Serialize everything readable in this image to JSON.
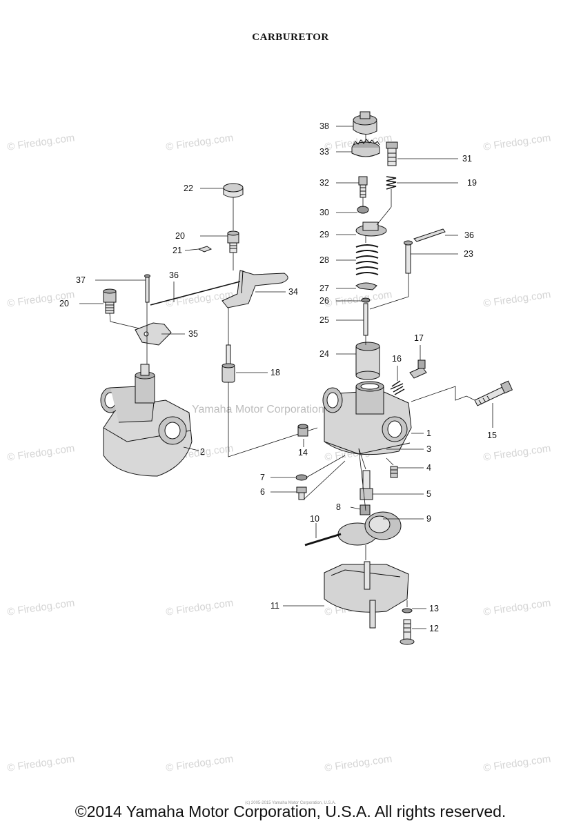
{
  "title": "CARBURETOR",
  "watermark_text": "© Firedog.com",
  "center_watermark": "Yamaha Motor Corporation",
  "footer_copyright": "©2014 Yamaha Motor Corporation, U.S.A. All rights reserved.",
  "footer_tiny": "(c) 2005-2015 Yamaha Motor Corporation, U.S.A.",
  "callouts": {
    "c1": "1",
    "c2": "2",
    "c3": "3",
    "c4": "4",
    "c5": "5",
    "c6": "6",
    "c7": "7",
    "c8": "8",
    "c9": "9",
    "c10": "10",
    "c11": "11",
    "c12": "12",
    "c13": "13",
    "c14": "14",
    "c15": "15",
    "c16": "16",
    "c17": "17",
    "c18": "18",
    "c19": "19",
    "c20a": "20",
    "c20b": "20",
    "c21": "21",
    "c22": "22",
    "c23": "23",
    "c24": "24",
    "c25": "25",
    "c26": "26",
    "c27": "27",
    "c28": "28",
    "c29": "29",
    "c30": "30",
    "c31": "31",
    "c32": "32",
    "c33": "33",
    "c34": "34",
    "c35": "35",
    "c36a": "36",
    "c36b": "36",
    "c37": "37",
    "c38": "38"
  },
  "colors": {
    "ink": "#111111",
    "metal": "#cfcfcf",
    "metal_dark": "#8a8a8a",
    "watermark": "#d4d4d4"
  }
}
